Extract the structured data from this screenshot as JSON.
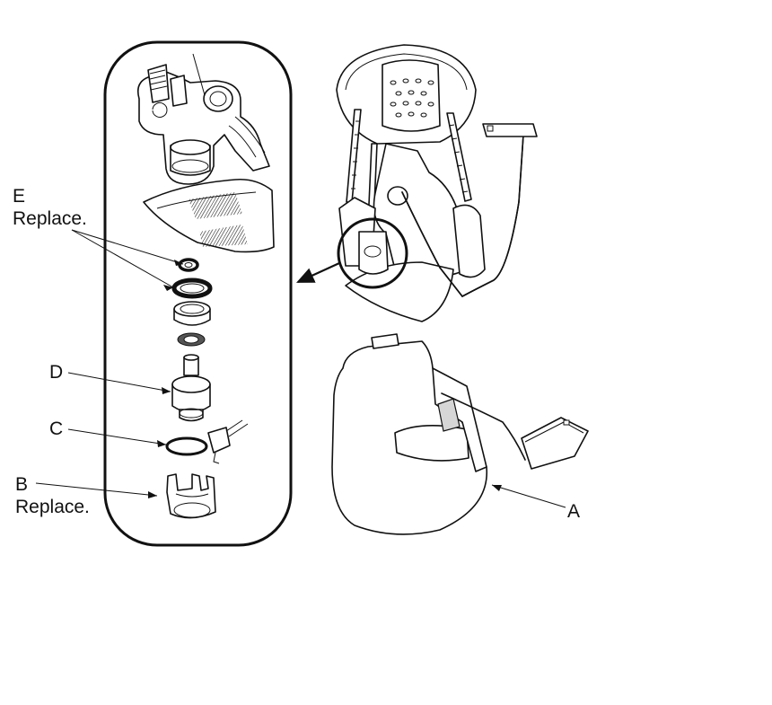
{
  "callouts": {
    "e_letter": "E",
    "e_note": "Replace.",
    "d_letter": "D",
    "c_letter": "C",
    "b_letter": "B",
    "b_note": "Replace.",
    "a_letter": "A"
  },
  "colors": {
    "ink": "#111111",
    "background": "#ffffff",
    "shade": "#d6d6d6"
  }
}
